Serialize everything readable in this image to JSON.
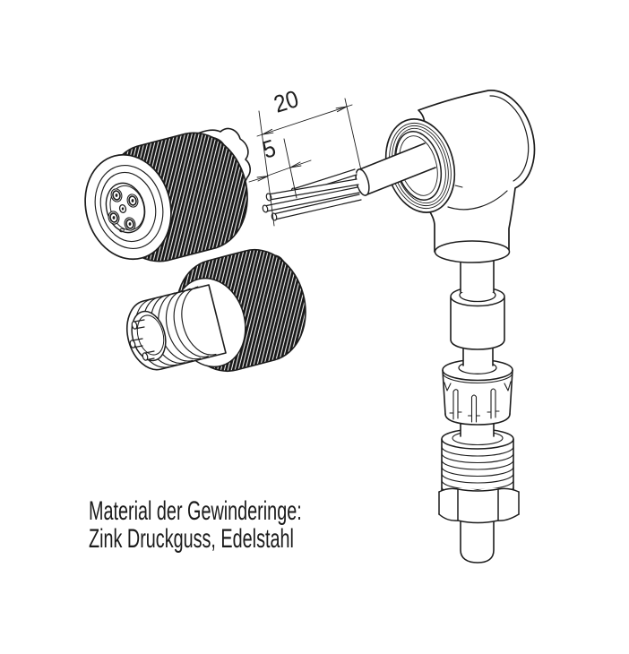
{
  "colors": {
    "background": "#ffffff",
    "line": "#1d1d1d",
    "knurl_dark": "#161616"
  },
  "dimensions": {
    "jacket_strip_mm": "20",
    "wire_strip_mm": "5"
  },
  "caption": {
    "line1": "Material der Gewinderinge:",
    "line2": "Zink Druckguss, Edelstahl"
  },
  "parts": [
    "female-connector",
    "male-connector",
    "stripped-cable-with-wires",
    "angled-connector-housing",
    "cable-entry-ring",
    "pressure-sleeve",
    "strain-relief-cage",
    "threaded-gland",
    "hex-nut",
    "cable-end"
  ]
}
